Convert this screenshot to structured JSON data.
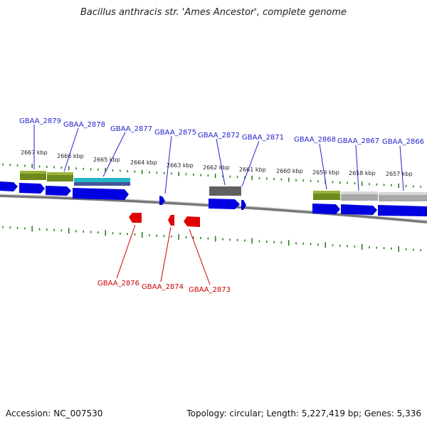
{
  "title": "Bacillus anthracis str. 'Ames Ancestor', complete genome",
  "footer": {
    "accession": "Accession: NC_007530",
    "stats": "Topology: circular; Length: 5,227,419 bp; Genes: 5,336"
  },
  "colors": {
    "tick": "#2e7d22",
    "fwd_gene": "#0000e0",
    "rev_gene": "#e00000",
    "label_top": "#2222cc",
    "label_bottom": "#cc0000",
    "backbone": "#8a8a8a",
    "feature_olive": "#6e8a1e",
    "feature_gray": "#a8a8a8",
    "feature_dark": "#606060",
    "feature_cyan": "#22b8c8"
  },
  "kbp_labels": [
    "2667 kbp",
    "2666 kbp",
    "2665 kbp",
    "2664 kbp",
    "2663 kbp",
    "2662 kbp",
    "2661 kbp",
    "2660 kbp",
    "2659 kbp",
    "2658 kbp",
    "2657 kbp"
  ],
  "genes_top": [
    "GBAA_2879",
    "GBAA_2878",
    "GBAA_2877",
    "GBAA_2875",
    "GBAA_2872",
    "GBAA_2871",
    "GBAA_2868",
    "GBAA_2867",
    "GBAA_2866"
  ],
  "genes_bottom": [
    "GBAA_2876",
    "GBAA_2874",
    "GBAA_2873"
  ]
}
